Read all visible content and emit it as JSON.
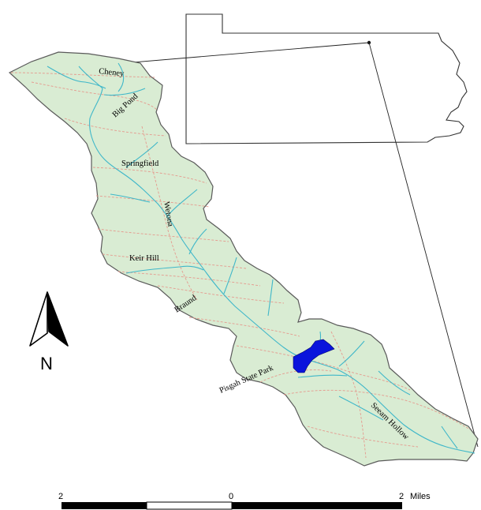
{
  "colors": {
    "watershed_fill": "#d9ecd3",
    "watershed_outline": "#5a5a5a",
    "streams": "#3fb7c9",
    "roads": "#e59a8e",
    "lake": "#0a14dc",
    "inset_outline": "#333333"
  },
  "labels": {
    "cheney": "Cheney",
    "big_pond": "Big Pond",
    "springfield": "Springfield",
    "wetona": "Wetona",
    "keir_hill": "Keir Hill",
    "braund": "Braund",
    "pisgah": "Pisgah State Park",
    "seeam_hollow": "Seeam Hollow"
  },
  "north_arrow": {
    "label": "N",
    "icon": "north-arrow-icon"
  },
  "scale_bar": {
    "ticks": [
      "2",
      "0",
      "2"
    ],
    "unit": "Miles"
  }
}
